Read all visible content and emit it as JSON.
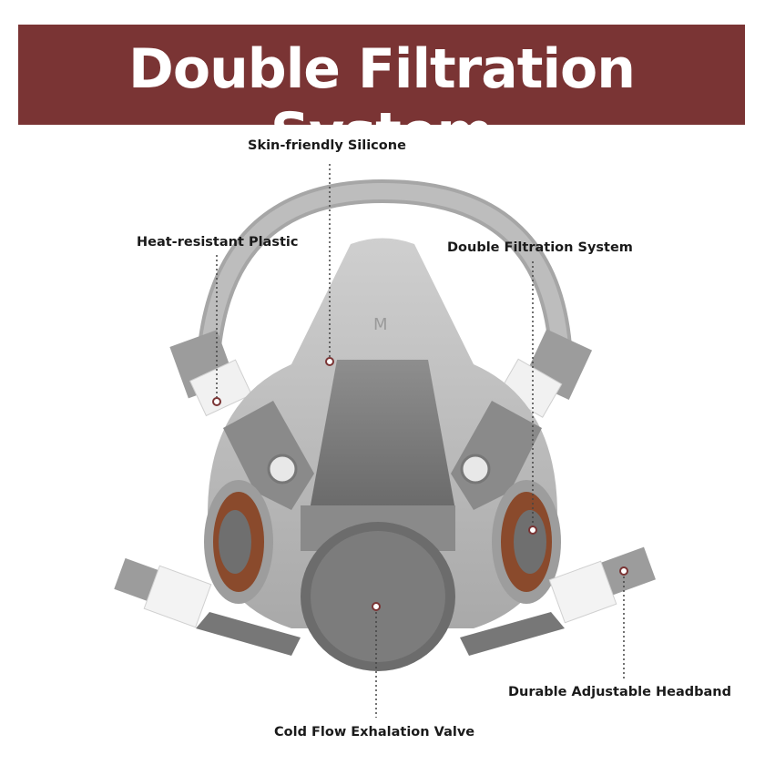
{
  "banner": {
    "title": "Double Filtration System",
    "background": "#7a3434"
  },
  "callouts": {
    "silicone": "Skin-friendly Silicone",
    "plastic": "Heat-resistant Plastic",
    "filtration": "Double Filtration System",
    "valve": "Cold Flow Exhalation Valve",
    "headband": "Durable Adjustable Headband"
  },
  "colors": {
    "mask_body": "#bdbdbd",
    "mask_dark": "#7f7f7f",
    "filter_ring": "#8a4a2c"
  },
  "icons": [
    "half-face-respirator-mask"
  ]
}
